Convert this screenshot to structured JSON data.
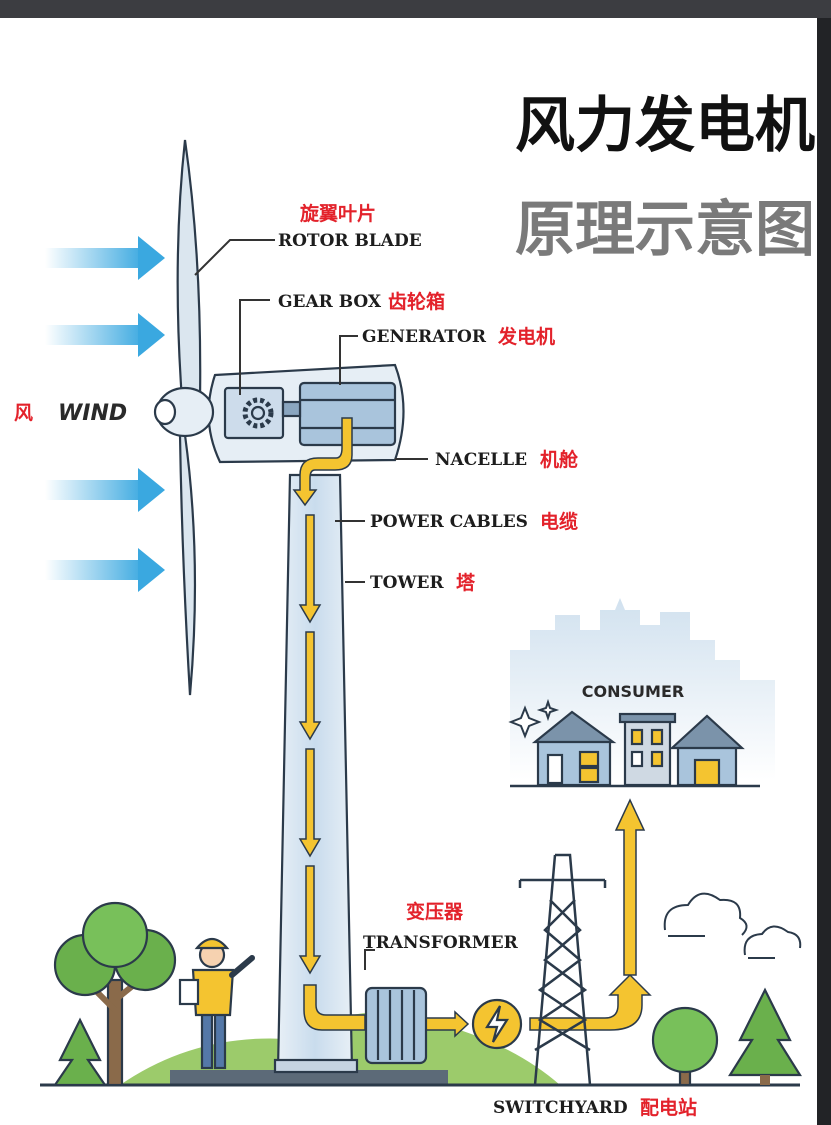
{
  "title": {
    "line1": "风力发电机",
    "line2": "原理示意图"
  },
  "labels": {
    "rotor_blade": {
      "en": "ROTOR BLADE",
      "cn": "旋翼叶片"
    },
    "gear_box": {
      "en": "GEAR BOX",
      "cn": "齿轮箱"
    },
    "generator": {
      "en": "GENERATOR",
      "cn": "发电机"
    },
    "nacelle": {
      "en": "NACELLE",
      "cn": "机舱"
    },
    "power_cables": {
      "en": "POWER CABLES",
      "cn": "电缆"
    },
    "tower": {
      "en": "TOWER",
      "cn": "塔"
    },
    "wind": {
      "en": "WIND",
      "cn": "风"
    },
    "consumer": {
      "en": "CONSUMER"
    },
    "transformer": {
      "en": "TRANSFORMER",
      "cn": "变压器"
    },
    "switchyard": {
      "en": "SWITCHYARD",
      "cn": "配电站"
    }
  },
  "colors": {
    "energy_flow": "#f4c430",
    "wind_arrow": "#3aa8e0",
    "tower": "#dfe9f2",
    "label_cn": "#e3222b",
    "outline": "#2b3a4a"
  },
  "icons": [
    "gear-icon",
    "lightning-icon",
    "sparkle-icon",
    "cloud-icon",
    "tree-icon",
    "house-icon",
    "worker-icon"
  ]
}
